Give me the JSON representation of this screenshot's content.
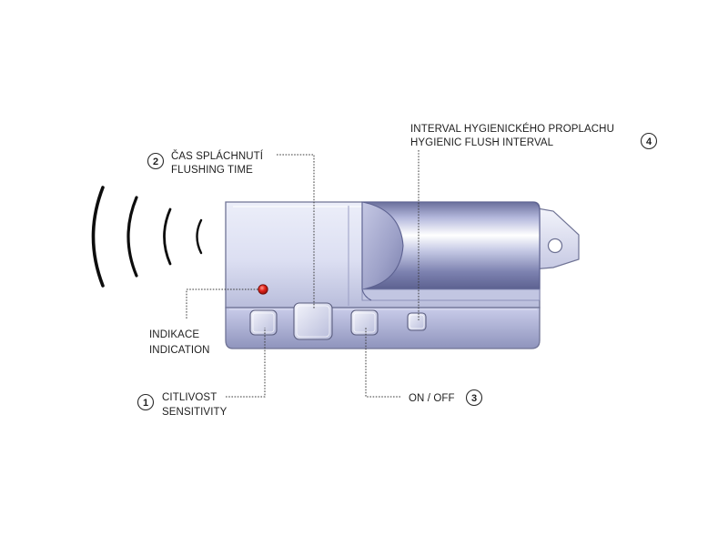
{
  "callouts": {
    "flushing_time": {
      "number": "2",
      "label_cz": "ČAS SPLÁCHNUTÍ",
      "label_en": "FLUSHING TIME"
    },
    "hygienic_flush": {
      "number": "4",
      "label_cz": "INTERVAL HYGIENICKÉHO PROPLACHU",
      "label_en": "HYGIENIC FLUSH INTERVAL"
    },
    "indication": {
      "label_cz": "INDIKACE",
      "label_en": "INDICATION"
    },
    "sensitivity": {
      "number": "1",
      "label_cz": "CITLIVOST",
      "label_en": "SENSITIVITY"
    },
    "on_off": {
      "number": "3",
      "label": "ON / OFF"
    }
  },
  "colors": {
    "device_body": "#d9dbf0",
    "device_outline": "#6f7395",
    "led": "#d41a12",
    "cylinder_dark": "#5c6190"
  }
}
